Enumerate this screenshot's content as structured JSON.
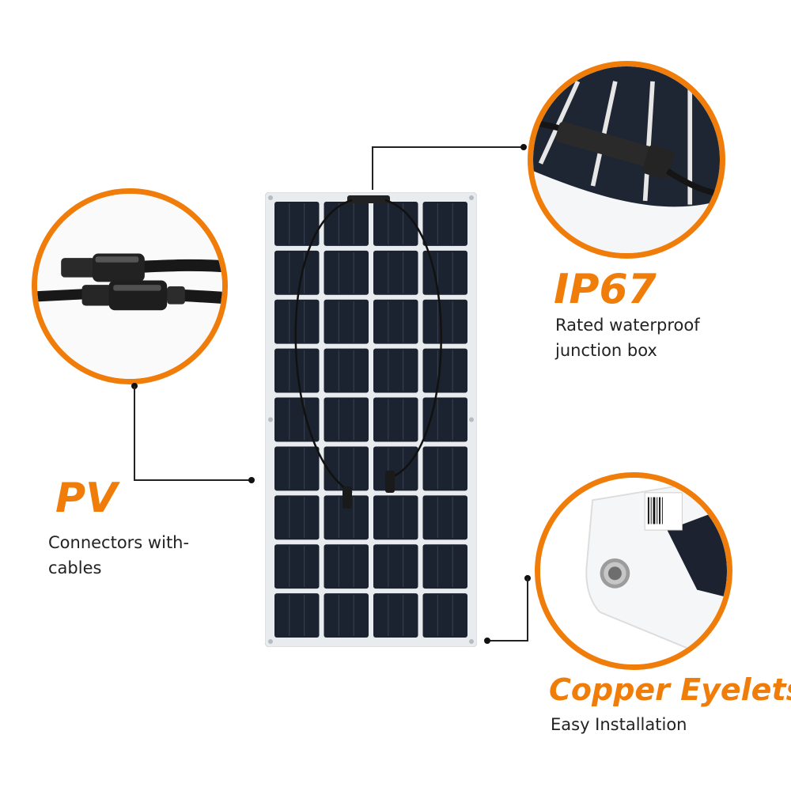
{
  "colors": {
    "accent": "#f07d0a",
    "panel_cell": "#1b2230",
    "panel_frame": "#e9ecef",
    "text": "#222222"
  },
  "pv": {
    "title": "PV",
    "desc_line1": "Connectors with-",
    "desc_line2": "cables"
  },
  "ip67": {
    "title": "IP67",
    "desc_line1": "Rated waterproof",
    "desc_line2": "junction box"
  },
  "eyelets": {
    "title": "Copper Eyelets",
    "desc_line1": "Easy Installation"
  },
  "icons": {
    "pv_circle": "mc4-connector-icon",
    "ip67_circle": "junction-box-icon",
    "eyelet_circle": "copper-eyelet-icon",
    "panel": "solar-panel-icon"
  }
}
